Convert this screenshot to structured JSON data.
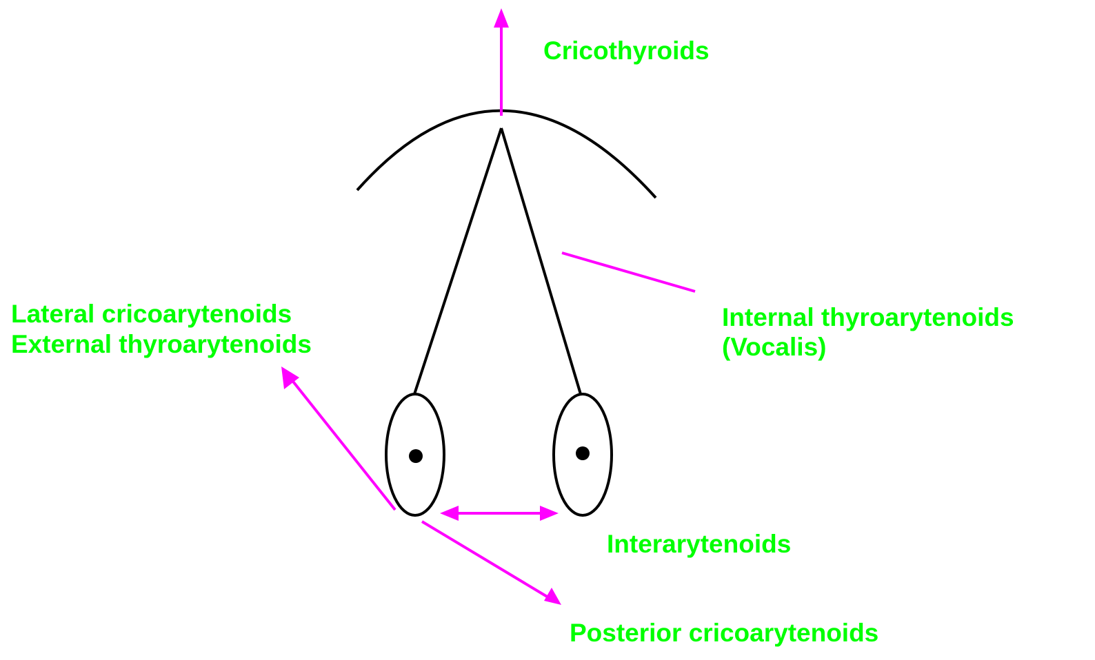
{
  "colors": {
    "background": "#ffffff",
    "structure": "#000000",
    "arrow": "#ff00ff",
    "label": "#00ff00"
  },
  "labels": {
    "cricothyroids": "Cricothyroids",
    "internal_thyroarytenoids": "Internal thyroarytenoids",
    "vocalis": "(Vocalis)",
    "lateral_cricoarytenoids": "Lateral cricoarytenoids",
    "external_thyroarytenoids": "External thyroarytenoids",
    "interarytenoids": "Interarytenoids",
    "posterior_cricoarytenoids": "Posterior cricoarytenoids"
  }
}
